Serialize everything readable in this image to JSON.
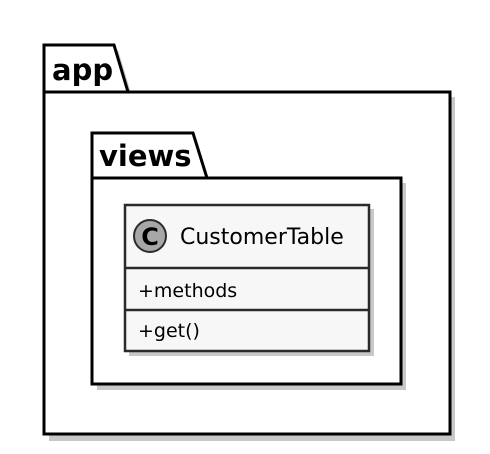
{
  "packages": {
    "outer": {
      "name": "app"
    },
    "inner": {
      "name": "views"
    }
  },
  "class": {
    "name": "CustomerTable",
    "stereotype_letter": "C",
    "attributes": [
      "+methods"
    ],
    "operations": [
      "+get()"
    ]
  },
  "colors": {
    "stroke": "#000000",
    "shadow": "#c8c8c8",
    "class_fill": "#f7f7f7",
    "class_stroke": "#2b2b2b",
    "stereotype_fill": "#a7a7a7"
  }
}
